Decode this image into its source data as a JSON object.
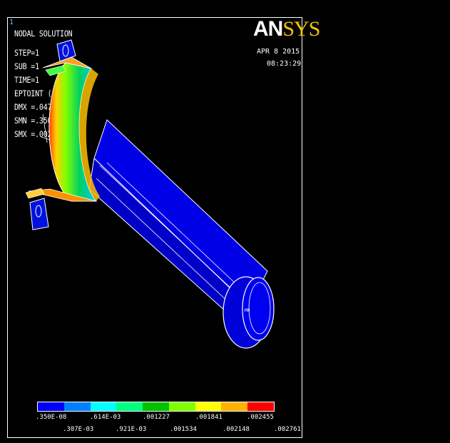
{
  "window": {
    "number": "1"
  },
  "brand": {
    "an": "AN",
    "sys": "SYS"
  },
  "stamp": {
    "date": "APR  8 2015",
    "time": "08:23:29"
  },
  "info_lines": [
    "NODAL SOLUTION",
    "STEP=1",
    "SUB =1",
    "TIME=1",
    "EPTOINT  (AVG)",
    "DMX =.047555",
    "SMN =.350E-08",
    "SMX =.002761"
  ],
  "markers": {
    "min_label": "MN"
  },
  "legend": {
    "colors": [
      "#0000ff",
      "#0080ff",
      "#00ffff",
      "#00ff80",
      "#00c000",
      "#80ff00",
      "#ffff00",
      "#ffb000",
      "#ff0000"
    ],
    "top_labels": [
      ".350E-08",
      ".614E-03",
      ".001227",
      ".001841",
      ".002455"
    ],
    "bottom_labels": [
      ".307E-03",
      ".921E-03",
      ".001534",
      ".002148",
      ".002761"
    ]
  }
}
